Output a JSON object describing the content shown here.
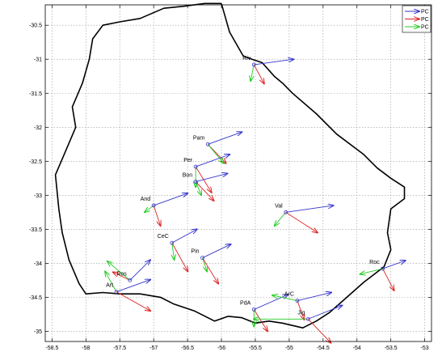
{
  "chart_data": {
    "type": "scatter",
    "title": "",
    "xlabel": "",
    "ylabel": "",
    "xlim": [
      -58.6,
      -52.9
    ],
    "ylim": [
      -35.15,
      -30.2
    ],
    "xticks": [
      -58.5,
      -58,
      -57.5,
      -57,
      -56.5,
      -56,
      -55.5,
      -55,
      -54.5,
      -54,
      -53.5,
      -53
    ],
    "yticks": [
      -30.5,
      -31,
      -31.5,
      -32,
      -32.5,
      -33,
      -33.5,
      -34,
      -34.5,
      -35
    ],
    "grid": true,
    "legend": {
      "placement": "top-right",
      "entries": [
        {
          "label": "PC",
          "color": "#3333cc"
        },
        {
          "label": "PC",
          "color": "#dd2222"
        },
        {
          "label": "PC",
          "color": "#22cc22"
        }
      ]
    },
    "colors": {
      "pc1": "#3333cc",
      "pc2": "#dd2222",
      "pc3": "#22cc22",
      "outline": "#000000",
      "grid": "#999999"
    },
    "outline": [
      [
        -56.0,
        -30.18
      ],
      [
        -55.88,
        -30.6
      ],
      [
        -55.68,
        -30.95
      ],
      [
        -55.55,
        -31.0
      ],
      [
        -55.4,
        -31.05
      ],
      [
        -55.22,
        -31.25
      ],
      [
        -55.1,
        -31.35
      ],
      [
        -54.95,
        -31.5
      ],
      [
        -54.6,
        -31.8
      ],
      [
        -54.3,
        -32.1
      ],
      [
        -53.9,
        -32.4
      ],
      [
        -53.7,
        -32.6
      ],
      [
        -53.5,
        -32.75
      ],
      [
        -53.3,
        -32.88
      ],
      [
        -53.3,
        -33.05
      ],
      [
        -53.5,
        -33.2
      ],
      [
        -53.55,
        -33.55
      ],
      [
        -53.5,
        -33.8
      ],
      [
        -53.6,
        -34.05
      ],
      [
        -53.9,
        -34.28
      ],
      [
        -54.15,
        -34.5
      ],
      [
        -54.4,
        -34.72
      ],
      [
        -54.6,
        -34.85
      ],
      [
        -54.8,
        -34.95
      ],
      [
        -55.1,
        -34.88
      ],
      [
        -55.3,
        -34.85
      ],
      [
        -55.5,
        -34.88
      ],
      [
        -55.7,
        -34.8
      ],
      [
        -55.9,
        -34.78
      ],
      [
        -56.1,
        -34.85
      ],
      [
        -56.4,
        -34.7
      ],
      [
        -56.7,
        -34.6
      ],
      [
        -56.9,
        -34.5
      ],
      [
        -57.2,
        -34.45
      ],
      [
        -57.5,
        -34.45
      ],
      [
        -57.75,
        -34.43
      ],
      [
        -58.0,
        -34.45
      ],
      [
        -58.1,
        -34.3
      ],
      [
        -58.25,
        -33.95
      ],
      [
        -58.35,
        -33.55
      ],
      [
        -58.4,
        -33.2
      ],
      [
        -58.45,
        -32.7
      ],
      [
        -58.3,
        -32.35
      ],
      [
        -58.15,
        -32.0
      ],
      [
        -58.2,
        -31.7
      ],
      [
        -58.05,
        -31.35
      ],
      [
        -57.95,
        -31.0
      ],
      [
        -57.9,
        -30.7
      ],
      [
        -57.75,
        -30.5
      ],
      [
        -57.5,
        -30.45
      ],
      [
        -57.2,
        -30.4
      ],
      [
        -56.85,
        -30.25
      ],
      [
        -56.55,
        -30.22
      ],
      [
        -56.25,
        -30.18
      ],
      [
        -56.0,
        -30.18
      ]
    ],
    "stations": [
      {
        "name": "Riv",
        "x": -55.52,
        "y": -31.08,
        "v1": [
          0.35,
          0.08
        ],
        "v2": [
          0.09,
          -0.28
        ],
        "v3": [
          -0.03,
          -0.24
        ]
      },
      {
        "name": "Pam",
        "x": -56.2,
        "y": -32.25,
        "v1": [
          0.3,
          0.18
        ],
        "v2": [
          0.16,
          -0.28
        ],
        "v3": [
          0.14,
          -0.28
        ]
      },
      {
        "name": "Per",
        "x": -56.38,
        "y": -32.58,
        "v1": [
          0.3,
          0.18
        ],
        "v2": [
          0.14,
          -0.38
        ],
        "v3": [
          0.0,
          -0.3
        ]
      },
      {
        "name": "Bon",
        "x": -56.38,
        "y": -32.8,
        "v1": [
          0.28,
          0.12
        ],
        "v2": [
          0.16,
          -0.28
        ],
        "v3": [
          0.05,
          -0.2
        ]
      },
      {
        "name": "And",
        "x": -57.0,
        "y": -33.15,
        "v1": [
          0.3,
          0.18
        ],
        "v2": [
          0.06,
          -0.3
        ],
        "v3": [
          -0.08,
          -0.1
        ]
      },
      {
        "name": "Val",
        "x": -55.05,
        "y": -33.25,
        "v1": [
          0.42,
          0.1
        ],
        "v2": [
          0.28,
          -0.3
        ],
        "v3": [
          -0.1,
          -0.2
        ]
      },
      {
        "name": "CeC",
        "x": -56.73,
        "y": -33.7,
        "v1": [
          0.22,
          0.2
        ],
        "v2": [
          0.14,
          -0.42
        ],
        "v3": [
          0.02,
          -0.25
        ]
      },
      {
        "name": "Pin",
        "x": -56.28,
        "y": -33.92,
        "v1": [
          0.25,
          0.2
        ],
        "v2": [
          0.14,
          -0.38
        ],
        "v3": [
          0.04,
          -0.2
        ]
      },
      {
        "name": "Roc",
        "x": -53.62,
        "y": -34.08,
        "v1": [
          0.2,
          0.12
        ],
        "v2": [
          0.1,
          -0.32
        ],
        "v3": [
          -0.2,
          -0.08
        ]
      },
      {
        "name": "Ros",
        "x": -57.35,
        "y": -34.25,
        "v1": [
          0.18,
          0.3
        ],
        "v2": [
          -0.15,
          0.12
        ],
        "v3": [
          -0.2,
          0.28
        ]
      },
      {
        "name": "Art",
        "x": -57.55,
        "y": -34.42,
        "v1": [
          0.3,
          0.18
        ],
        "v2": [
          0.3,
          -0.28
        ],
        "v3": [
          -0.1,
          0.3
        ]
      },
      {
        "name": "PdA",
        "x": -55.52,
        "y": -34.68,
        "v1": [
          0.3,
          0.22
        ],
        "v2": [
          0.12,
          -0.32
        ],
        "v3": [
          0.0,
          -0.25
        ]
      },
      {
        "name": "ArC",
        "x": -54.88,
        "y": -34.55,
        "v1": [
          0.3,
          0.12
        ],
        "v2": [
          0.06,
          -0.28
        ],
        "v3": [
          -0.22,
          0.08
        ]
      },
      {
        "name": "Jig",
        "x": -54.72,
        "y": -34.82,
        "v1": [
          0.3,
          0.2
        ],
        "v2": [
          0.2,
          -0.35
        ],
        "v3": [
          -0.48,
          0.0
        ]
      }
    ]
  }
}
